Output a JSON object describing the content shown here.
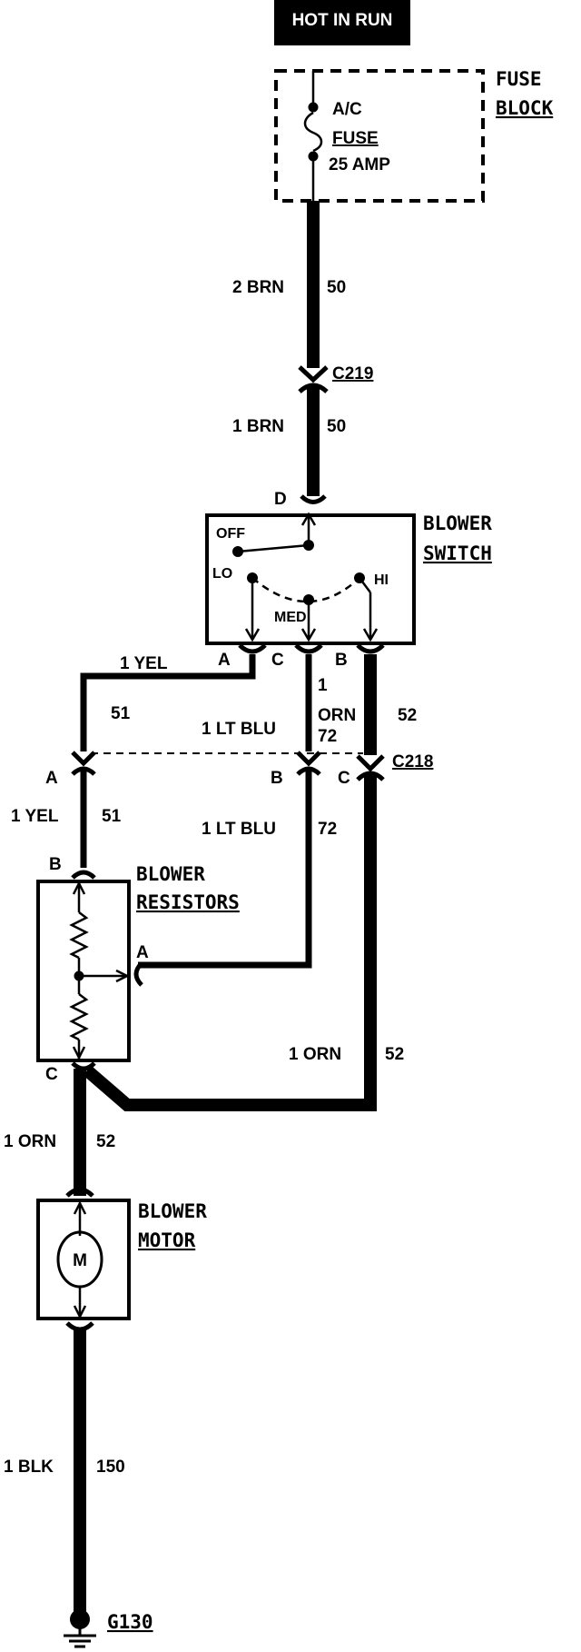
{
  "header": {
    "hot_in_run": "HOT IN RUN"
  },
  "fuse_block": {
    "title_line1": "FUSE",
    "title_line2": "BLOCK",
    "fuse_line1": "A/C",
    "fuse_line2": "FUSE",
    "fuse_rating": "25 AMP"
  },
  "connectors": {
    "c219": "C219",
    "c218": "C218",
    "ground": "G130"
  },
  "blower_switch": {
    "title_line1": "BLOWER",
    "title_line2": "SWITCH",
    "pos_off": "OFF",
    "pos_lo": "LO",
    "pos_med": "MED",
    "pos_hi": "HI",
    "pin_d": "D",
    "pin_a": "A",
    "pin_c": "C",
    "pin_b": "B"
  },
  "blower_resistors": {
    "title_line1": "BLOWER",
    "title_line2": "RESISTORS",
    "pin_b": "B",
    "pin_a": "A",
    "pin_c": "C"
  },
  "blower_motor": {
    "title_line1": "BLOWER",
    "title_line2": "MOTOR",
    "symbol": "M"
  },
  "c218_pins": {
    "a": "A",
    "b": "B",
    "c": "C"
  },
  "wires": {
    "fuse_to_c219": {
      "gauge_color": "2 BRN",
      "circuit": "50"
    },
    "c219_to_switch": {
      "gauge_color": "1 BRN",
      "circuit": "50"
    },
    "yel_top": {
      "gauge_color": "1 YEL",
      "circuit": "51"
    },
    "yel_bottom": {
      "gauge_color": "1 YEL",
      "circuit": "51"
    },
    "ltblu_top": {
      "gauge_color": "1 LT BLU",
      "circuit": "72"
    },
    "ltblu_bottom": {
      "gauge_color": "1 LT BLU",
      "circuit": "72"
    },
    "orn_top": {
      "gauge": "1",
      "color": "ORN",
      "circuit_72": "72",
      "circuit": "52"
    },
    "orn_right": {
      "gauge_color": "1 ORN",
      "circuit": "52"
    },
    "orn_motor": {
      "gauge_color": "1 ORN",
      "circuit": "52"
    },
    "blk_ground": {
      "gauge_color": "1 BLK",
      "circuit": "150"
    }
  }
}
